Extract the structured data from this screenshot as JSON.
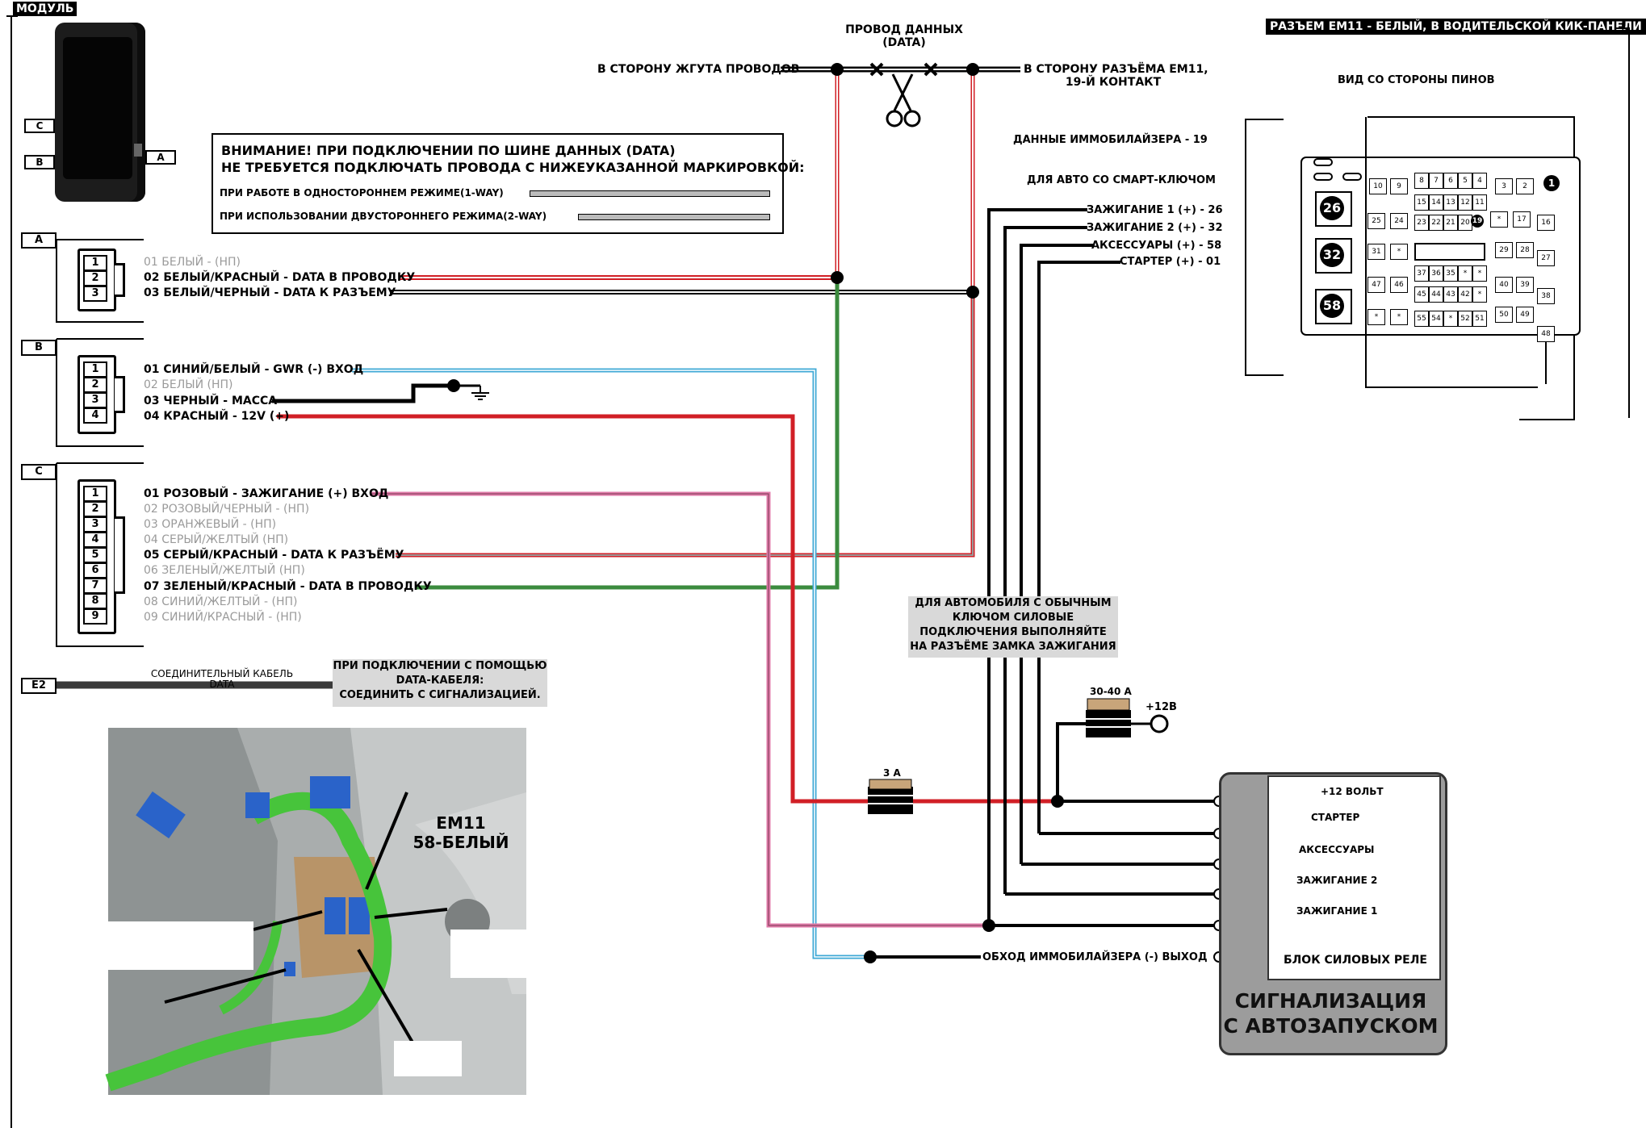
{
  "module": {
    "tag": "МОДУЛЬ",
    "port_a": "A",
    "port_b": "B",
    "port_c": "C",
    "port_e2": "E2"
  },
  "data_wire": {
    "title_line1": "ПРОВОД ДАННЫХ",
    "title_line2": "(DATA)",
    "left_label": "В СТОРОНУ ЖГУТА ПРОВОДОВ",
    "right_label_line1": "В СТОРОНУ РАЗЪЁМА ЕМ11,",
    "right_label_line2": "19-Й КОНТАКТ"
  },
  "warning": {
    "line1": "ВНИМАНИЕ! ПРИ ПОДКЛЮЧЕНИИ ПО ШИНЕ ДАННЫХ (DATA)",
    "line2": "НЕ ТРЕБУЕТСЯ ПОДКЛЮЧАТЬ ПРОВОДА С НИЖЕУКАЗАННОЙ МАРКИРОВКОЙ:",
    "oneway": "ПРИ РАБОТЕ В ОДНОСТОРОННЕМ РЕЖИМЕ(1-WAY)",
    "twoway": "ПРИ ИСПОЛЬЗОВАНИИ ДВУСТОРОННЕГО РЕЖИМА(2-WAY)"
  },
  "connector_a": {
    "pins": [
      "1",
      "2",
      "3"
    ],
    "wires": [
      {
        "text": "01 БЕЛЫЙ - (НП)",
        "active": false
      },
      {
        "text": "02 БЕЛЫЙ/КРАСНЫЙ - DATA В ПРОВОДКУ",
        "active": true
      },
      {
        "text": "03 БЕЛЫЙ/ЧЕРНЫЙ - DATA  К РАЗЪЕМУ",
        "active": true
      }
    ]
  },
  "connector_b": {
    "pins": [
      "1",
      "2",
      "3",
      "4"
    ],
    "wires": [
      {
        "text": "01 СИНИЙ/БЕЛЫЙ - GWR (-) ВХОД",
        "active": true
      },
      {
        "text": "02 БЕЛЫЙ (НП)",
        "active": false
      },
      {
        "text": "03 ЧЕРНЫЙ - МАССА",
        "active": true
      },
      {
        "text": "04 КРАСНЫЙ - 12V (+)",
        "active": true
      }
    ]
  },
  "connector_c": {
    "pins": [
      "1",
      "2",
      "3",
      "4",
      "5",
      "6",
      "7",
      "8",
      "9"
    ],
    "wires": [
      {
        "text": "01 РОЗОВЫЙ - ЗАЖИГАНИЕ (+) ВХОД",
        "active": true
      },
      {
        "text": "02 РОЗОВЫЙ/ЧЕРНЫЙ - (НП)",
        "active": false
      },
      {
        "text": "03 ОРАНЖЕВЫЙ - (НП)",
        "active": false
      },
      {
        "text": "04 СЕРЫЙ/ЖЕЛТЫЙ (НП)",
        "active": false
      },
      {
        "text": "05 СЕРЫЙ/КРАСНЫЙ - DATA К РАЗЪЁМУ",
        "active": true
      },
      {
        "text": "06 ЗЕЛЕНЫЙ/ЖЕЛТЫЙ (НП)",
        "active": false
      },
      {
        "text": "07 ЗЕЛЕНЫЙ/КРАСНЫЙ - DATA В ПРОВОДКУ",
        "active": true
      },
      {
        "text": "08 СИНИЙ/ЖЕЛТЫЙ - (НП)",
        "active": false
      },
      {
        "text": "09 СИНИЙ/КРАСНЫЙ - (НП)",
        "active": false
      }
    ]
  },
  "e2": {
    "cable_line1": "СОЕДИНИТЕЛЬНЫЙ КАБЕЛЬ",
    "cable_line2": "DATA",
    "note_line1": "ПРИ ПОДКЛЮЧЕНИИ С ПОМОЩЬЮ",
    "note_line2": "DATA-КАБЕЛЯ:",
    "note_line3": "СОЕДИНИТЬ С СИГНАЛИЗАЦИЕЙ."
  },
  "power": {
    "immo_data": "ДАННЫЕ ИММОБИЛАЙЗЕРА - 19",
    "smart_key": "ДЛЯ АВТО СО СМАРТ-КЛЮЧОМ",
    "ign1": "ЗАЖИГАНИЕ 1 (+) - 26",
    "ign2": "ЗАЖИГАНИЕ 2 (+) - 32",
    "acc": "АКСЕССУАРЫ (+) - 58",
    "starter": "СТАРТЕР (+) - 01",
    "bypass": "ОБХОД ИММОБИЛАЙЗЕРА (-) ВЫХОД",
    "fuse_small": "3 А",
    "fuse_big": "30-40 А",
    "plus12": "+12В"
  },
  "regular_key_note": {
    "line1": "ДЛЯ АВТОМОБИЛЯ С ОБЫЧНЫМ",
    "line2": "КЛЮЧОМ СИЛОВЫЕ",
    "line3": "ПОДКЛЮЧЕНИЯ ВЫПОЛНЯЙТЕ",
    "line4": "НА РАЗЪЁМЕ ЗАМКА ЗАЖИГАНИЯ"
  },
  "relay_block": {
    "plus12": "+12 ВОЛЬТ",
    "starter": "СТАРТЕР",
    "accessories": "АКСЕССУАРЫ",
    "ignition2": "ЗАЖИГАНИЕ 2",
    "ignition1": "ЗАЖИГАНИЕ 1",
    "block_label": "БЛОК СИЛОВЫХ РЕЛЕ",
    "title_line1": "СИГНАЛИЗАЦИЯ",
    "title_line2": "С АВТОЗАПУСКОМ"
  },
  "em11": {
    "title": "РАЗЪЕМ ЕМ11 - БЕЛЫЙ, В ВОДИТЕЛЬСКОЙ КИК-ПАНЕЛИ",
    "view": "ВИД СО СТОРОНЫ ПИНОВ",
    "big_pins": [
      "26",
      "32",
      "58",
      "1",
      "19"
    ],
    "cells": [
      "10",
      "9",
      "8",
      "7",
      "6",
      "5",
      "4",
      "3",
      "2",
      "15",
      "14",
      "13",
      "12",
      "11",
      "25",
      "24",
      "23",
      "22",
      "21",
      "20",
      "*",
      "17",
      "16",
      "31",
      "*",
      "29",
      "28",
      "27",
      "37",
      "36",
      "35",
      "*",
      "*",
      "47",
      "46",
      "45",
      "44",
      "43",
      "42",
      "*",
      "40",
      "39",
      "38",
      "*",
      "*",
      "55",
      "54",
      "*",
      "52",
      "51",
      "50",
      "49",
      "48"
    ]
  },
  "photo": {
    "label_line1": "EM11",
    "label_line2": "58-БЕЛЫЙ"
  },
  "colors": {
    "red": "#d11f26",
    "green": "#3b8b3e",
    "blue": "#3fa9d6",
    "pink": "#e07aa8",
    "black": "#000000",
    "gray_text": "#9a9a9a",
    "relay_gray": "#9c9c9c"
  }
}
